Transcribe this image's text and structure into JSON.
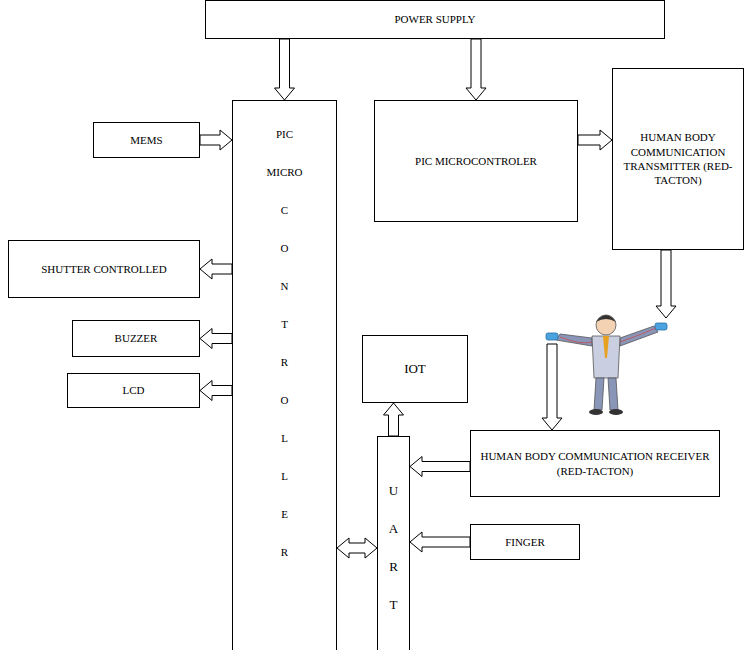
{
  "diagram": {
    "nodes": [
      {
        "text": [
          "POWER SUPPLY"
        ]
      },
      {
        "text": [
          "PIC MICRO C O N T R O L L E R"
        ]
      },
      {
        "text": [
          "PIC MICROCONTROLER"
        ]
      },
      {
        "text": [
          "HUMAN BODY COMMUNICATION TRANSMITTER (RED-TACTON)"
        ]
      },
      {
        "text": [
          "MEMS"
        ]
      },
      {
        "text": [
          "SHUTTER CONTROLLED"
        ]
      },
      {
        "text": [
          "BUZZER"
        ]
      },
      {
        "text": [
          "LCD"
        ]
      },
      {
        "text": [
          "IOT"
        ]
      },
      {
        "text": [
          "U A R T"
        ]
      },
      {
        "text": [
          "HUMAN BODY COMMUNICATION RECEIVER (RED-TACTON)"
        ]
      },
      {
        "text": [
          "FINGER"
        ]
      }
    ],
    "edges": [
      {
        "from": 0,
        "to": 1,
        "arrow": "to"
      },
      {
        "from": 0,
        "to": 2,
        "arrow": "to"
      },
      {
        "from": 4,
        "to": 1,
        "arrow": "to"
      },
      {
        "from": 1,
        "to": 5,
        "arrow": "to"
      },
      {
        "from": 1,
        "to": 6,
        "arrow": "to"
      },
      {
        "from": 1,
        "to": 7,
        "arrow": "to"
      },
      {
        "from": 2,
        "to": 3,
        "arrow": "to"
      },
      {
        "from": 3,
        "to": 10,
        "arrow": "to"
      },
      {
        "from": 9,
        "to": 8,
        "arrow": "to"
      },
      {
        "from": 10,
        "to": 9,
        "arrow": "to"
      },
      {
        "from": 11,
        "to": 9,
        "arrow": "to"
      },
      {
        "from": 1,
        "to": 9,
        "arrow": "both"
      }
    ]
  }
}
